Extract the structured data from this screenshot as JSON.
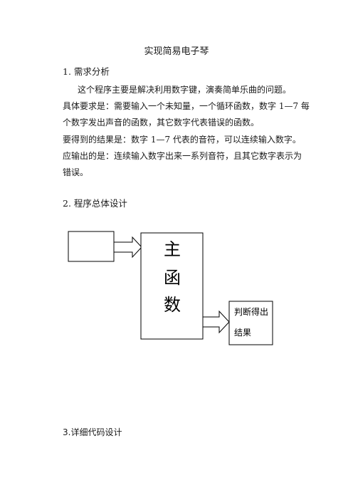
{
  "document": {
    "title": "实现简易电子琴",
    "section1": {
      "heading": "1. 需求分析",
      "intro": "这个程序主要是解决利用数字键，演奏简单乐曲的问题。",
      "req_line1": "具体要求是：需要输入一个未知量，一个循环函数，数字 1—7 每",
      "req_line2": "个数字发出声音的函数，其它数字代表错误的函数。",
      "result": "要得到的结果是：数字 1—7 代表的音符，可以连续输入数字。",
      "output_line1": "应输出的是：连续输入数字出来一系列音符，且其它数字表示为",
      "output_line2": "错误。"
    },
    "section2": {
      "heading": "2. 程序总体设计"
    },
    "section3": {
      "heading": "3.详细代码设计"
    }
  },
  "diagram": {
    "main_box_chars": [
      "主",
      "函",
      "数"
    ],
    "result_box_line1": "判断得出",
    "result_box_line2": "结果"
  }
}
